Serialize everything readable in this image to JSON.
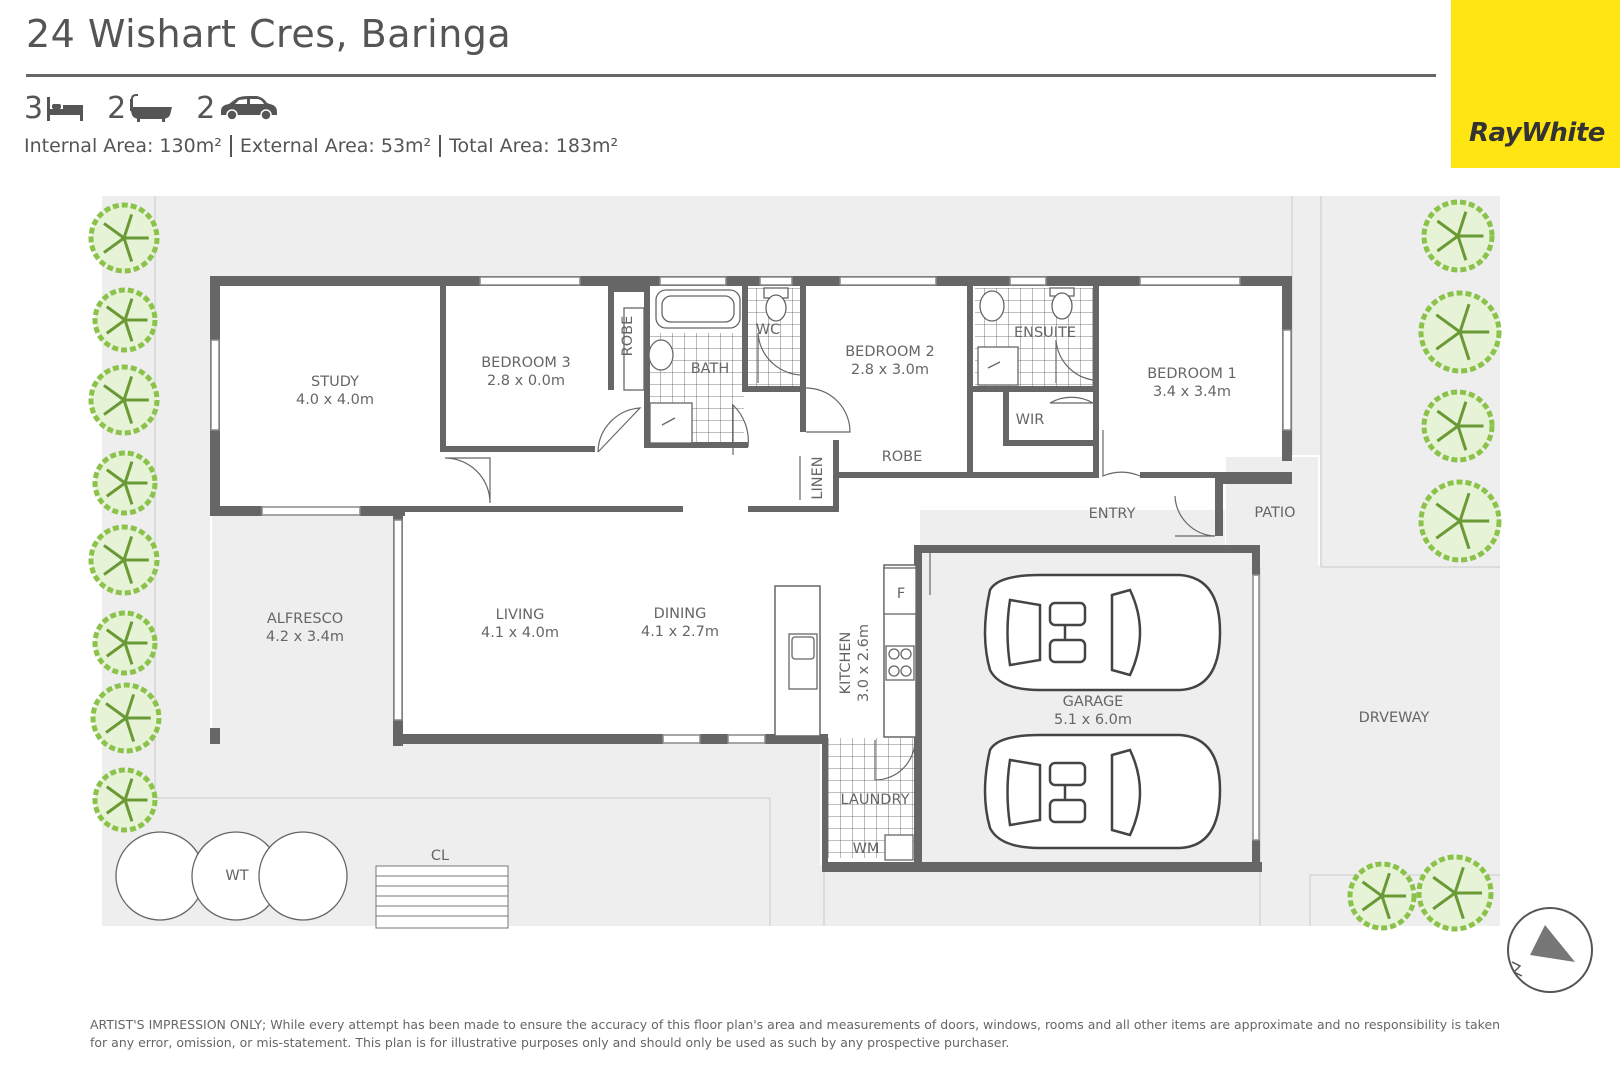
{
  "address": "24 Wishart Cres, Baringa",
  "specs": {
    "bedrooms": "3",
    "bathrooms": "2",
    "car_spaces": "2"
  },
  "areas": {
    "internal": "Internal Area: 130m²",
    "external": "External Area: 53m²",
    "total": "Total Area: 183m²"
  },
  "brand": "RayWhite",
  "colors": {
    "brand_yellow": "#ffe512",
    "wall": "#666666",
    "yard": "#eeeeee",
    "tree_green": "#8bc34a"
  },
  "rooms": {
    "study": {
      "name": "STUDY",
      "dims": "4.0 x 4.0m"
    },
    "bedroom3": {
      "name": "BEDROOM 3",
      "dims": "2.8 x 0.0m"
    },
    "robe_b3": "ROBE",
    "bath": "BATH",
    "wc": "WC",
    "bedroom2": {
      "name": "BEDROOM 2",
      "dims": "2.8 x 3.0m"
    },
    "ensuite": "ENSUITE",
    "bedroom1": {
      "name": "BEDROOM 1",
      "dims": "3.4 x 3.4m"
    },
    "wir": "WIR",
    "robe_b2": "ROBE",
    "linen": "LINEN",
    "entry": "ENTRY",
    "patio": "PATIO",
    "alfresco": {
      "name": "ALFRESCO",
      "dims": "4.2 x 3.4m"
    },
    "living": {
      "name": "LIVING",
      "dims": "4.1 x 4.0m"
    },
    "dining": {
      "name": "DINING",
      "dims": "4.1 x 2.7m"
    },
    "kitchen": {
      "name": "KITCHEN",
      "dims": "3.0 x 2.6m"
    },
    "fridge": "F",
    "garage": {
      "name": "GARAGE",
      "dims": "5.1 x 6.0m"
    },
    "laundry": "LAUNDRY",
    "wm": "WM",
    "driveway": "DRVEWAY",
    "water_tank": "WT",
    "clothesline": "CL"
  },
  "icons": [
    "bed-icon",
    "bath-icon",
    "car-icon",
    "compass-icon",
    "tree-icon"
  ],
  "disclaimer": "ARTIST'S IMPRESSION ONLY; While every attempt has been made to ensure the accuracy of this floor plan's area and measurements of doors, windows, rooms and all other items are approximate and no responsibility is taken for any error, omission, or mis-statement. This plan is for illustrative purposes only and should only be used as such by any prospective purchaser."
}
